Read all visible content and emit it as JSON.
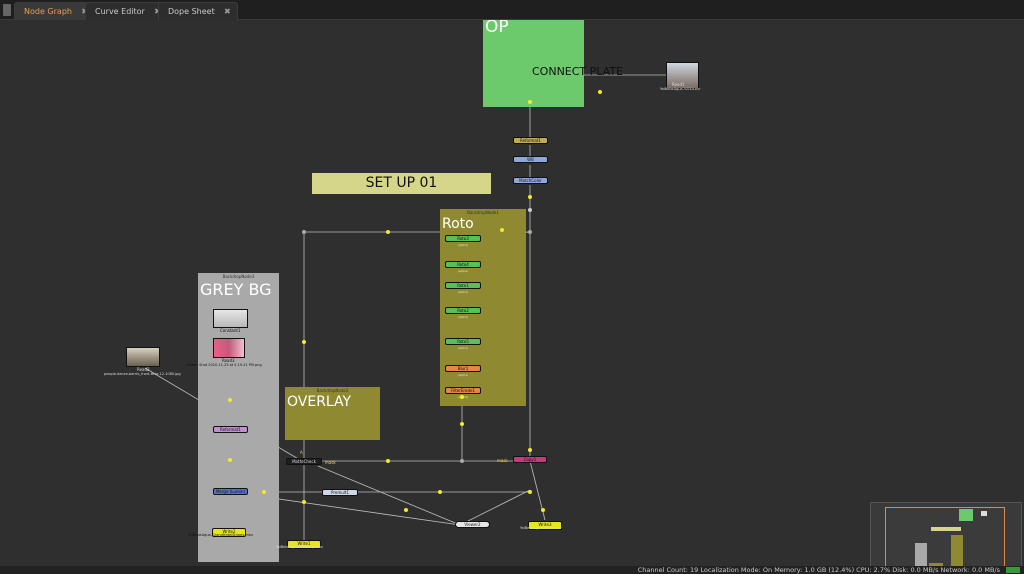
{
  "tabs": [
    {
      "label": "Node Graph",
      "active": true
    },
    {
      "label": "Curve Editor",
      "active": false
    },
    {
      "label": "Dope Sheet",
      "active": false
    }
  ],
  "backdrops": {
    "op": {
      "title": "OP",
      "color": "#6cca6c"
    },
    "setup": {
      "title": "SET UP 01",
      "color": "#d6d68a"
    },
    "roto": {
      "title": "Roto",
      "name": "BackdropNode1",
      "color": "#8f8a32"
    },
    "grey": {
      "title": "GREY BG",
      "name": "BackdropNode3",
      "color": "#a9a9a9"
    },
    "overlay": {
      "title": "OVERLAY",
      "name": "BackdropNode2",
      "color": "#8f8a32"
    }
  },
  "labels": {
    "connect_plate": "CONNECT PLATE",
    "read1": "Read1",
    "read1_file": "YaiBebeAgua.%04d.exr",
    "read2": "Read2",
    "read2_file": "people-dance-barrio_front-teve.12.1080.jpg",
    "read3": "Read3",
    "read3_file": "Screen Shot 2020-11-25 at 5.19.21 PM.png",
    "constant1": "Constant1",
    "mask_label": "mask",
    "a_label": "A"
  },
  "nodes": {
    "reformat1": "Reformat1",
    "wb": "WB",
    "matchcolor": "MatchColor",
    "roto3": "Roto3",
    "roto4": "Roto4",
    "roto1": "Roto1",
    "roto2": "Roto2",
    "roto5": "Roto5",
    "blur1": "Blur1",
    "filtererode1": "FilterErode1",
    "reformat2": "Reformat1",
    "merge_lumin": "Merge (Lumin)",
    "mattecheck": "MatteCheck",
    "premult1": "Premult1",
    "copy1": "Copy1",
    "viewer2": "Viewer2",
    "write3": "Write3",
    "write3_file": "YaiBebeAguaWhite.mov",
    "write2": "Write2",
    "write2_file": "YaiBebeAgua-GrandHotelStripes.mov",
    "write1": "Write1",
    "write1_file": "YaiBebeAgua-Cleanup.mov",
    "roto_sub": "(alpha)"
  },
  "status": {
    "text": "Channel Count: 19  Localization Mode: On  Memory: 1.0 GB (12.4%)  CPU: 2.7%  Disk: 0.0 MB/s  Network: 0.0 MB/s"
  },
  "colors": {
    "wire": "#bfbfbf",
    "dot": "#f2ea2a",
    "roto_node": "#58c058",
    "blur_node": "#e08a4a",
    "merge_node": "#5a6fd0",
    "copy_node": "#c83a7a",
    "write_node": "#e6e61a"
  }
}
